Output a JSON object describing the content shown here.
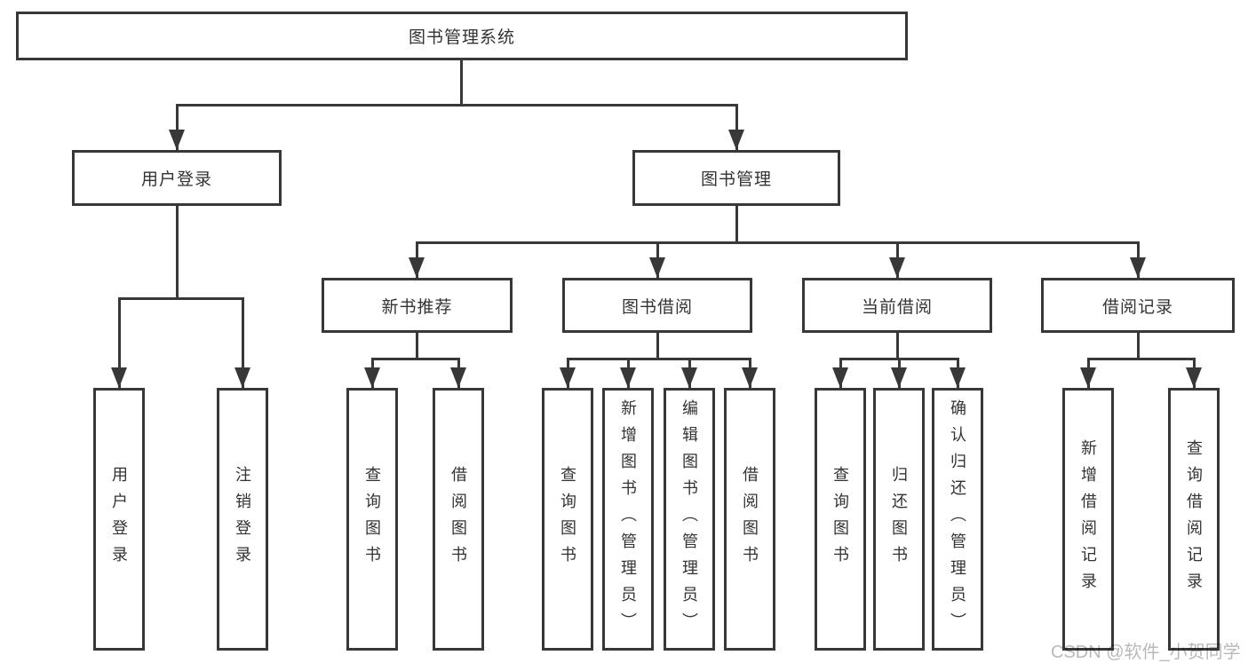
{
  "colors": {
    "line": "#383838",
    "text": "#333333",
    "background": "#ffffff",
    "watermark": "#b9b9b9"
  },
  "watermark": {
    "text": "CSDN @软件_小贺同学"
  },
  "tree": {
    "root": {
      "label": "图书管理系统"
    },
    "children": [
      {
        "label": "用户登录",
        "children": [
          {
            "label": "用户登录"
          },
          {
            "label": "注销登录"
          }
        ]
      },
      {
        "label": "图书管理",
        "children": [
          {
            "label": "新书推荐",
            "children": [
              {
                "label": "查询图书"
              },
              {
                "label": "借阅图书"
              }
            ]
          },
          {
            "label": "图书借阅",
            "children": [
              {
                "label": "查询图书"
              },
              {
                "label": "新增图书（管理员）"
              },
              {
                "label": "编辑图书（管理员）"
              },
              {
                "label": "借阅图书"
              }
            ]
          },
          {
            "label": "当前借阅",
            "children": [
              {
                "label": "查询图书"
              },
              {
                "label": "归还图书"
              },
              {
                "label": "确认归还（管理员）"
              }
            ]
          },
          {
            "label": "借阅记录",
            "children": [
              {
                "label": "新增借阅记录"
              },
              {
                "label": "查询借阅记录"
              }
            ]
          }
        ]
      }
    ]
  }
}
